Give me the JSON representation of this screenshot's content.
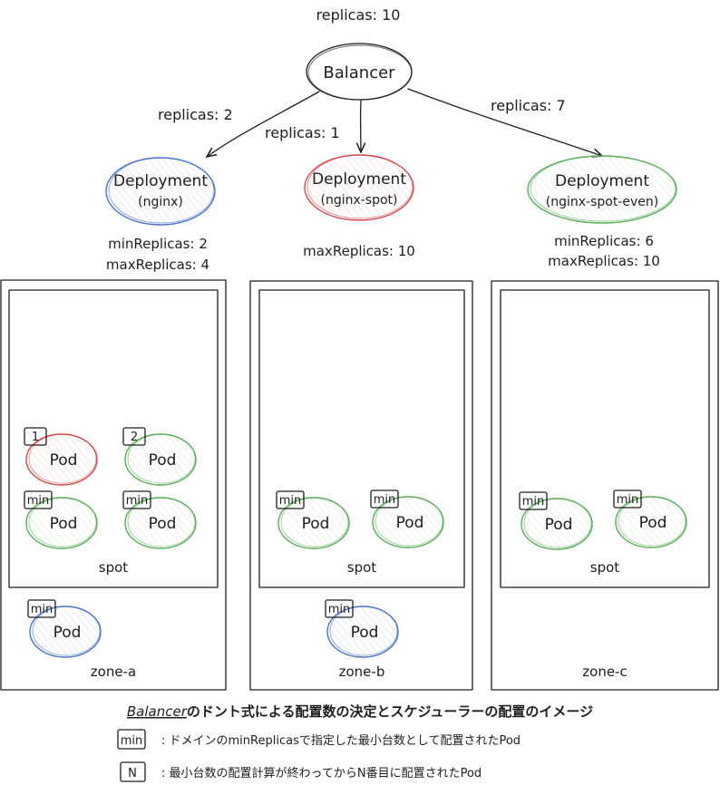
{
  "colors": {
    "stroke": "#1e1e1e",
    "blue": "#4a74c4",
    "blue_fill": "#dbe6f7",
    "red": "#d04a4a",
    "red_fill": "#f6dada",
    "green": "#5aad5a",
    "green_fill": "#ddf0da"
  },
  "top_replicas": "replicas: 10",
  "balancer": "Balancer",
  "edges": {
    "nginx": "replicas: 2",
    "spot": "replicas: 1",
    "even": "replicas: 7"
  },
  "deployments": {
    "nginx": {
      "title": "Deployment",
      "name": "(nginx)",
      "min": "minReplicas: 2",
      "max": "maxReplicas: 4",
      "color": "blue"
    },
    "spot": {
      "title": "Deployment",
      "name": "(nginx-spot)",
      "max": "maxReplicas: 10",
      "color": "red"
    },
    "even": {
      "title": "Deployment",
      "name": "(nginx-spot-even)",
      "min": "minReplicas: 6",
      "max": "maxReplicas: 10",
      "color": "green"
    }
  },
  "zones": {
    "a": {
      "label": "zone-a",
      "spot_label": "spot",
      "spot_pods": [
        {
          "badge": "1",
          "label": "Pod",
          "color": "red"
        },
        {
          "badge": "2",
          "label": "Pod",
          "color": "green"
        },
        {
          "badge": "min",
          "label": "Pod",
          "color": "green"
        },
        {
          "badge": "min",
          "label": "Pod",
          "color": "green"
        }
      ],
      "zone_pod": {
        "badge": "min",
        "label": "Pod",
        "color": "blue"
      }
    },
    "b": {
      "label": "zone-b",
      "spot_label": "spot",
      "spot_pods": [
        {
          "badge": "min",
          "label": "Pod",
          "color": "green"
        },
        {
          "badge": "min",
          "label": "Pod",
          "color": "green"
        }
      ],
      "zone_pod": {
        "badge": "min",
        "label": "Pod",
        "color": "blue"
      }
    },
    "c": {
      "label": "zone-c",
      "spot_label": "spot",
      "spot_pods": [
        {
          "badge": "min",
          "label": "Pod",
          "color": "green"
        },
        {
          "badge": "min",
          "label": "Pod",
          "color": "green"
        }
      ]
    }
  },
  "caption": {
    "title_prefix": "Balancer",
    "title_rest": "のドント式による配置数の決定とスケジューラーの配置のイメージ",
    "legend": [
      {
        "badge": "min",
        "text": ": ドメインのminReplicasで指定した最小台数として配置されたPod"
      },
      {
        "badge": "N",
        "text": ": 最小台数の配置計算が終わってからN番目に配置されたPod"
      }
    ]
  }
}
